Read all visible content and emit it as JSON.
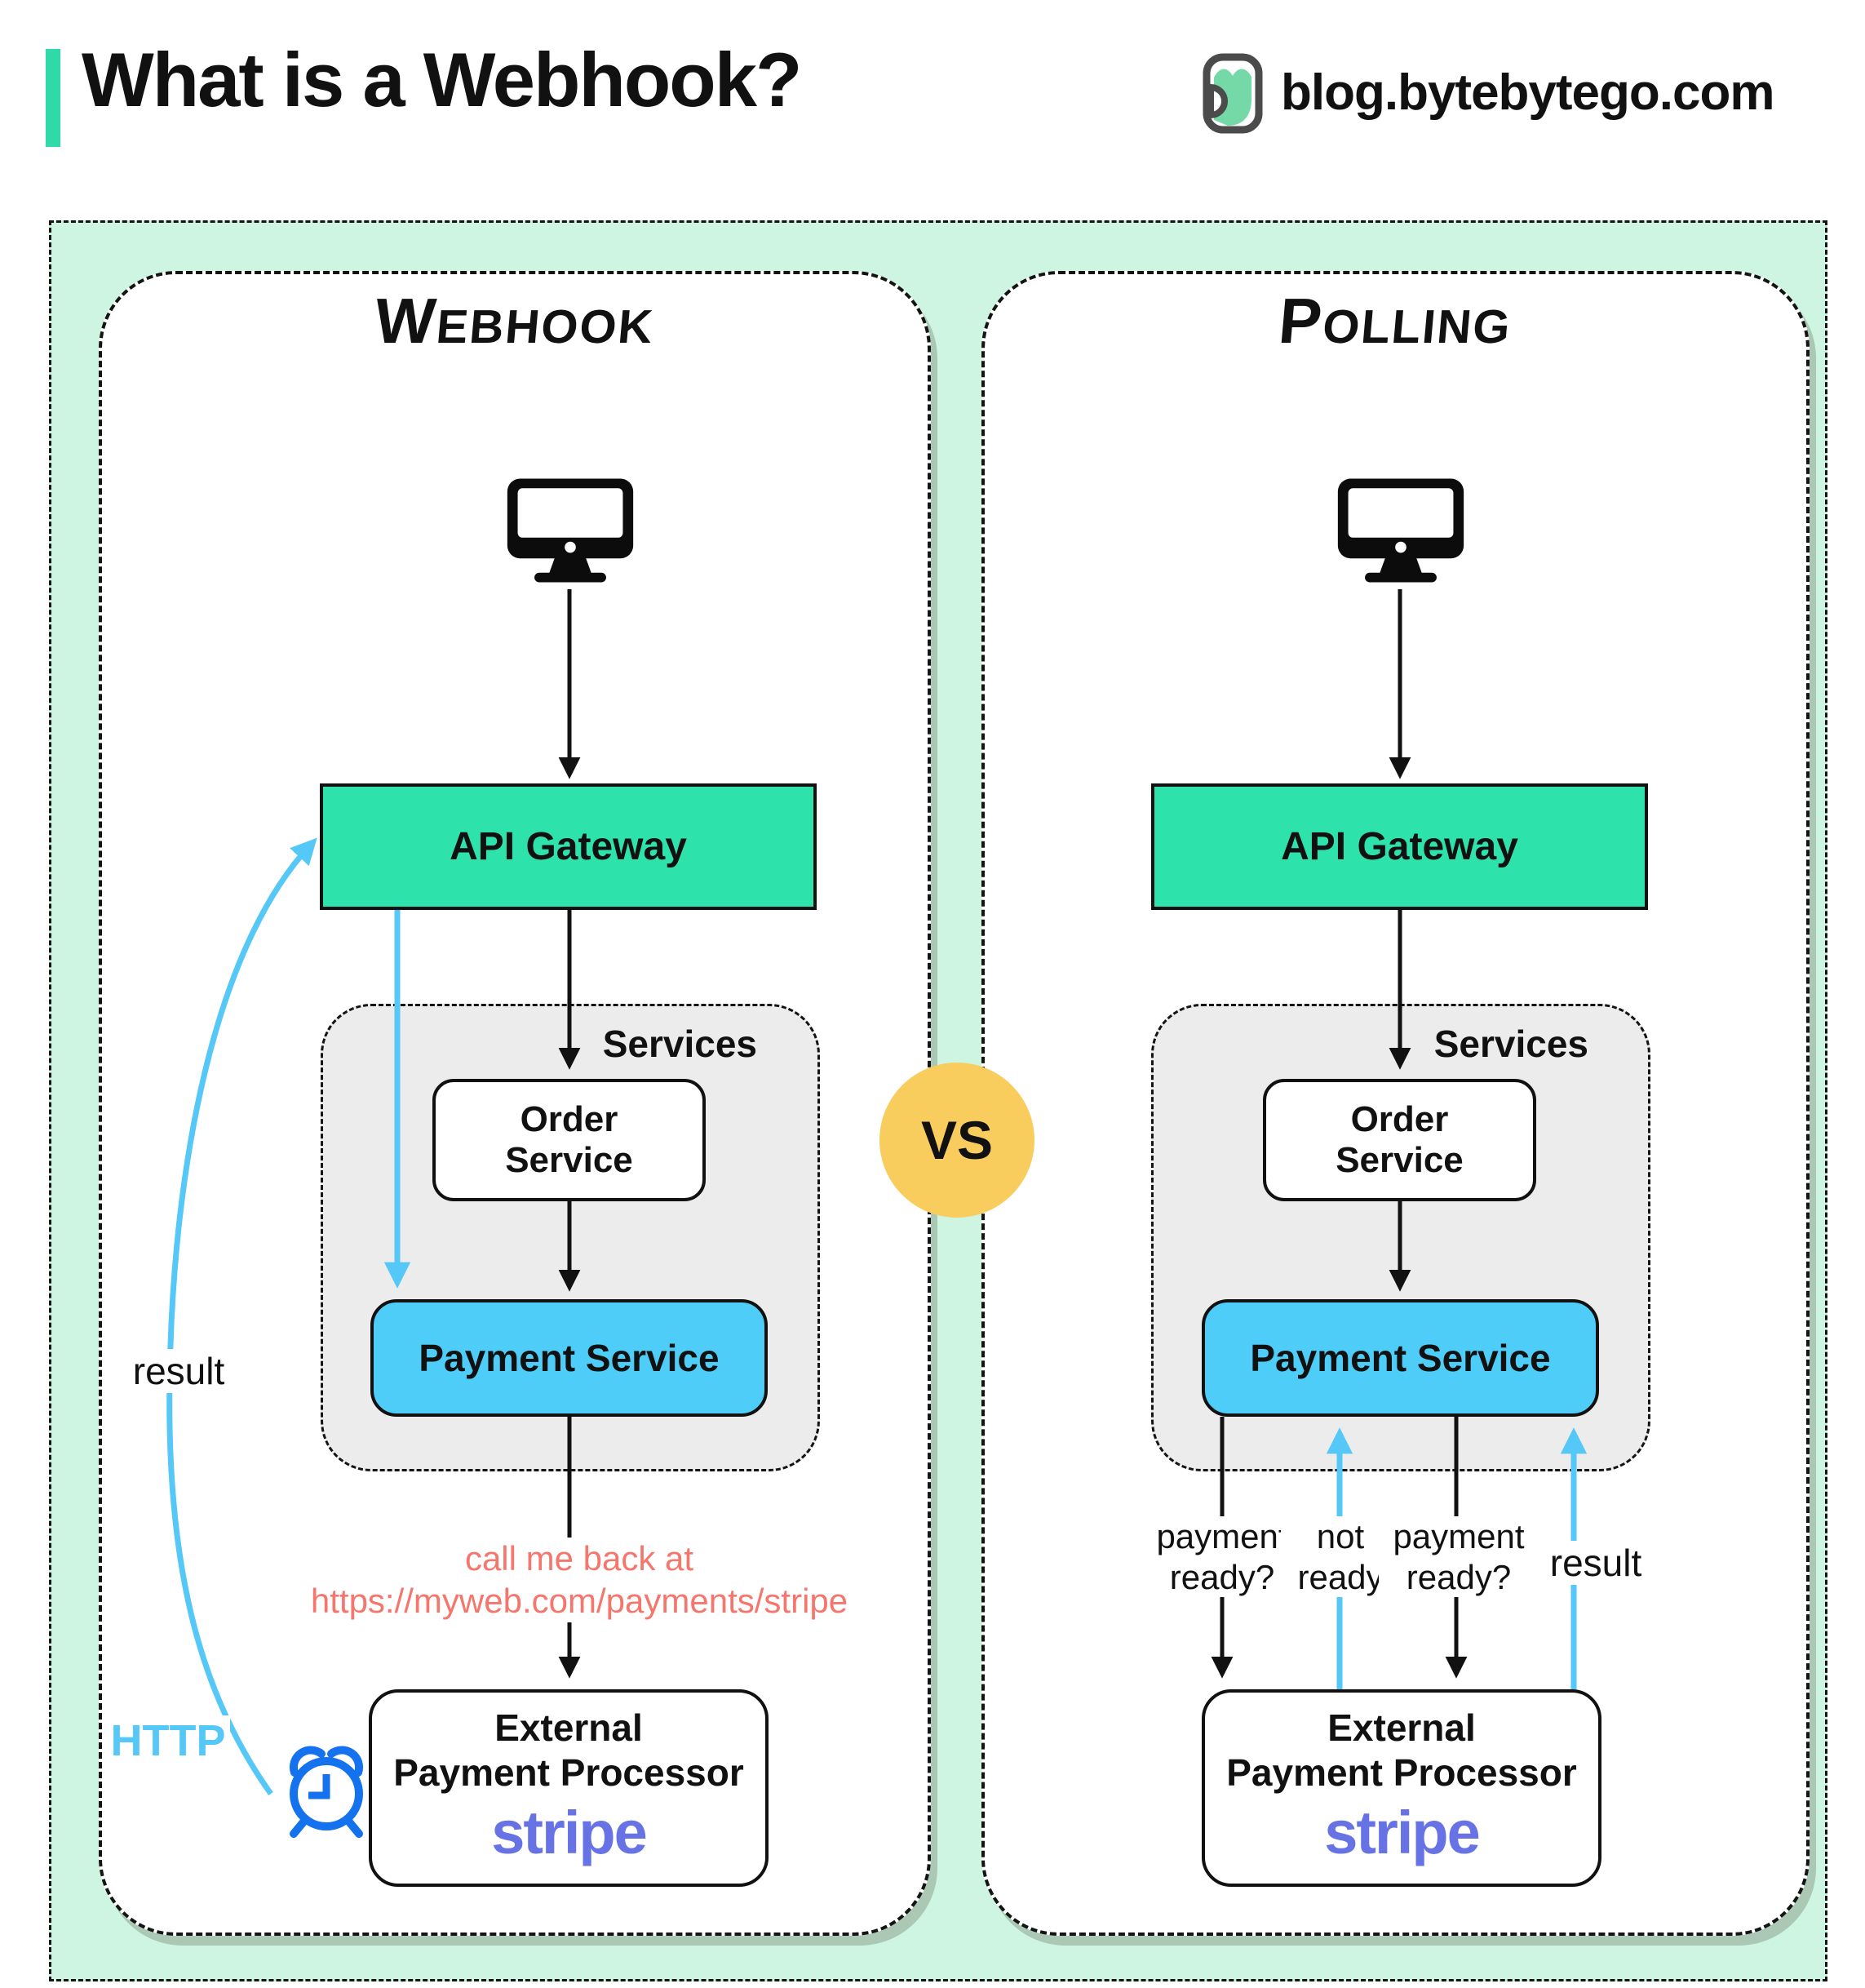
{
  "header": {
    "title": "What is a Webhook?",
    "site": "blog.bytebytego.com"
  },
  "vs": "VS",
  "webhook": {
    "title": "Webhook",
    "api_gateway": "API Gateway",
    "services": "Services",
    "order_line1": "Order",
    "order_line2": "Service",
    "payment": "Payment Service",
    "external_line1": "External",
    "external_line2": "Payment Processor",
    "stripe": "stripe",
    "result": "result",
    "http": "HTTP",
    "callback_line1": "call me back at",
    "callback_line2": "https://myweb.com/payments/stripe"
  },
  "polling": {
    "title": "Polling",
    "api_gateway": "API Gateway",
    "services": "Services",
    "order_line1": "Order",
    "order_line2": "Service",
    "payment": "Payment Service",
    "external_line1": "External",
    "external_line2": "Payment Processor",
    "stripe": "stripe",
    "q1_line1": "payment",
    "q1_line2": "ready?",
    "a1_line1": "not",
    "a1_line2": "ready",
    "q2_line1": "payment",
    "q2_line2": "ready?",
    "result": "result"
  },
  "colors": {
    "accent": "#2fd9a8",
    "mint": "#cdf5e2",
    "teal": "#2ee3ab",
    "sky": "#4ecdf8",
    "arrow_blue": "#55c8f7",
    "vs_yellow": "#f8cd5e",
    "salmon": "#f5766d",
    "stripe_purple": "#6772e5",
    "clock_blue": "#1472ef",
    "services_gray": "#ececec",
    "shadow": "#abc8b5"
  }
}
